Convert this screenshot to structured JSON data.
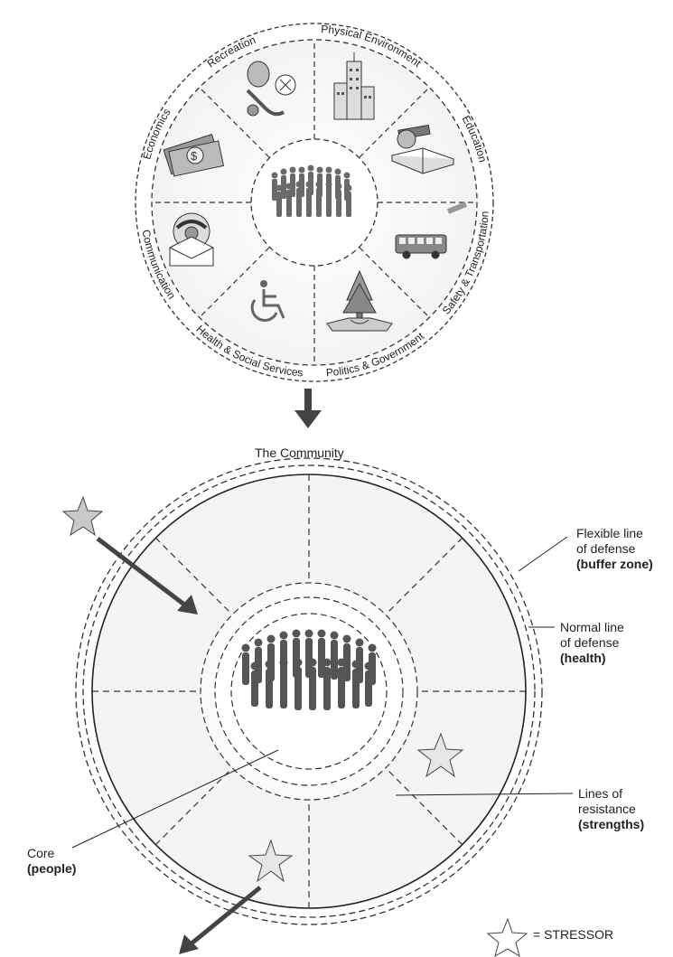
{
  "top_wheel": {
    "segments": [
      {
        "label": "Recreation",
        "icon": "recreation-icon"
      },
      {
        "label": "Physical Environment",
        "icon": "city-buildings-icon"
      },
      {
        "label": "Education",
        "icon": "books-icon"
      },
      {
        "label": "Safety & Transportation",
        "icon": "bus-icon"
      },
      {
        "label": "Politics & Government",
        "icon": "handshake-icon"
      },
      {
        "label": "Health & Social Services",
        "icon": "wheelchair-icon"
      },
      {
        "label": "Communication",
        "icon": "telephone-icon"
      },
      {
        "label": "Economics",
        "icon": "money-icon"
      }
    ],
    "center_icon": "people-group-icon"
  },
  "community": {
    "title": "The Community",
    "labels": {
      "flexible_line": {
        "line1": "Flexible line",
        "line2": "of defense",
        "bold": "buffer zone"
      },
      "normal_line": {
        "line1": "Normal line",
        "line2": "of defense",
        "bold": "health"
      },
      "lines_resistance": {
        "line1": "Lines of",
        "line2": "resistance",
        "bold": "strengths"
      },
      "core": {
        "line1": "Core",
        "bold": "people"
      }
    },
    "legend": {
      "text": "= STRESSOR",
      "icon": "star-icon"
    }
  }
}
